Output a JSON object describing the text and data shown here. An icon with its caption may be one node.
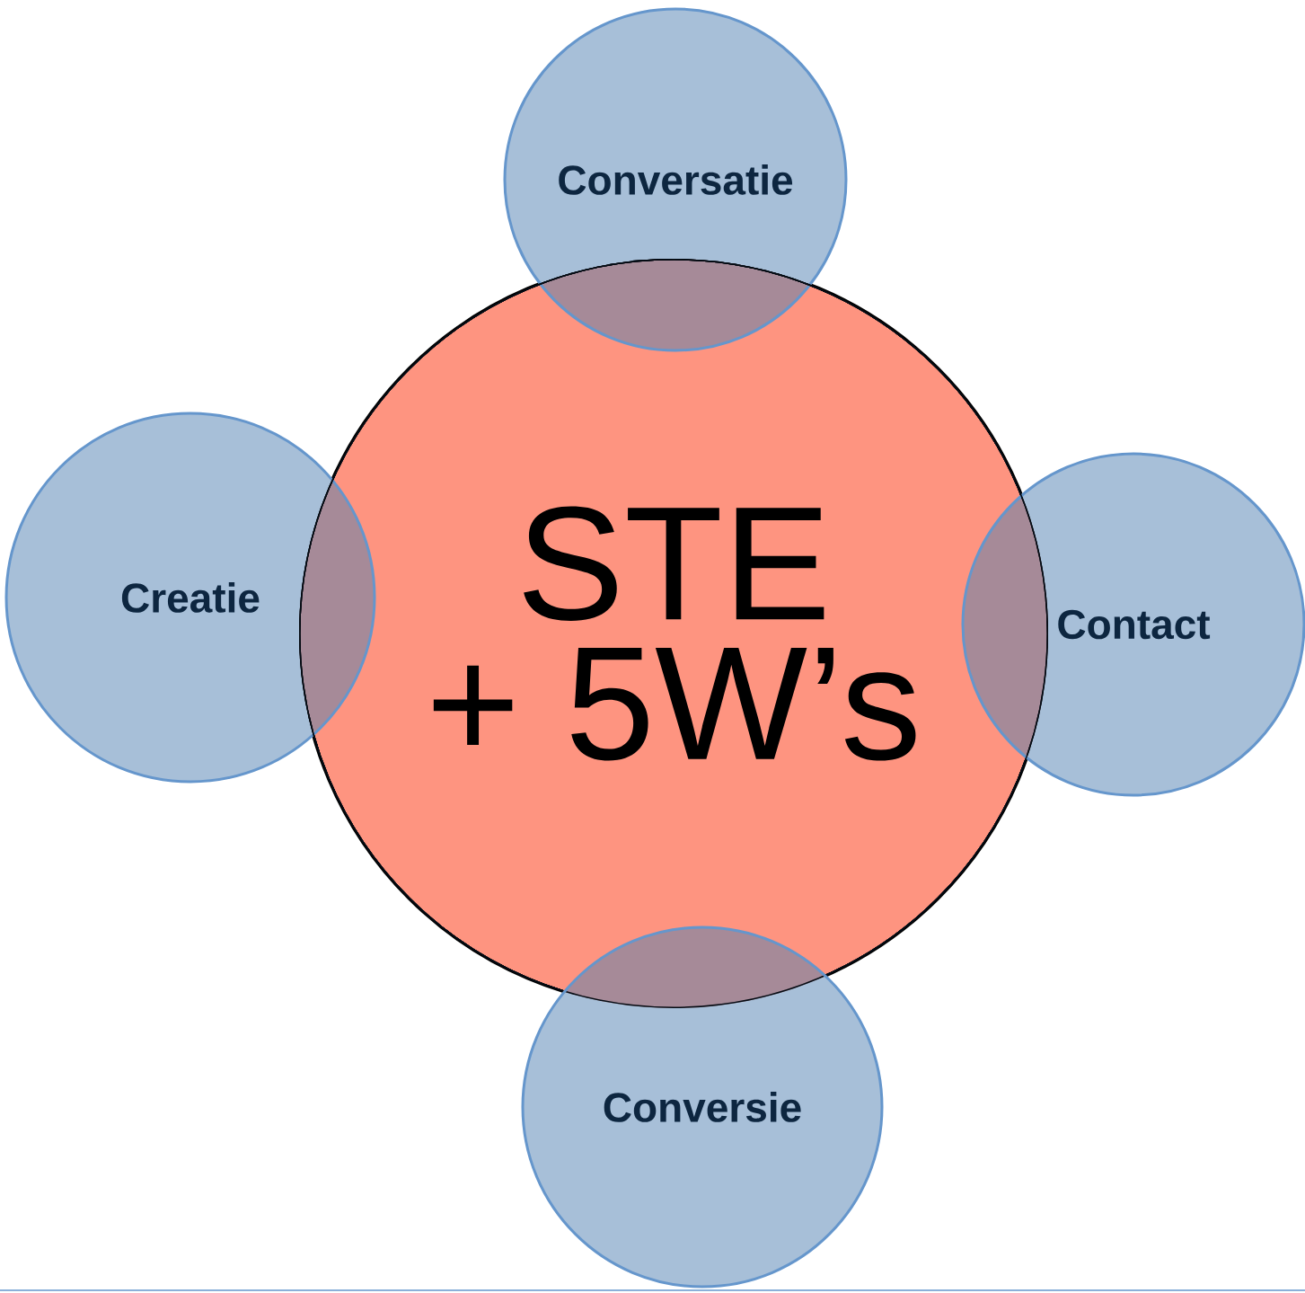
{
  "diagram": {
    "nodes": [
      {
        "text": [
          "STE",
          "+ 5W’s"
        ]
      },
      {
        "text": [
          "Conversatie"
        ]
      },
      {
        "text": [
          "Creatie"
        ]
      },
      {
        "text": [
          "Contact"
        ]
      },
      {
        "text": [
          "Conversie"
        ]
      }
    ]
  }
}
